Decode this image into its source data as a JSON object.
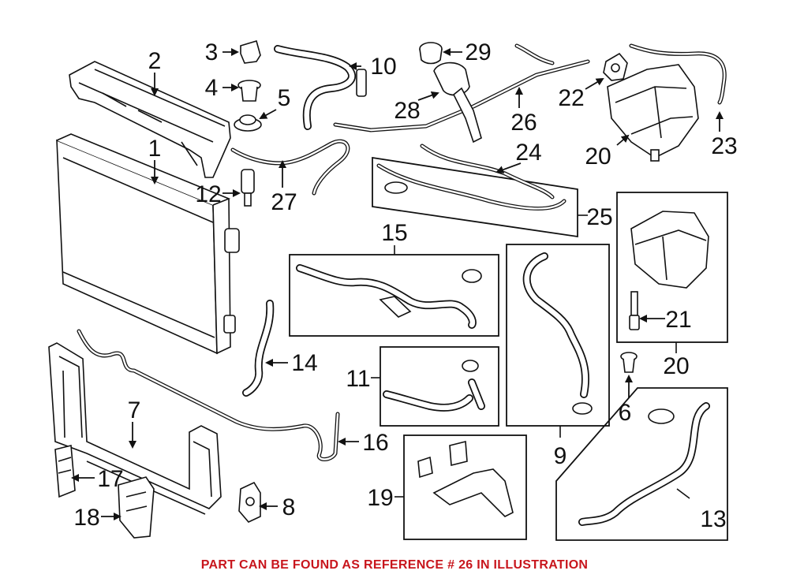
{
  "caption": "PART CAN BE FOUND AS REFERENCE # 26 IN ILLUSTRATION",
  "callouts": [
    "1",
    "2",
    "3",
    "4",
    "5",
    "6",
    "7",
    "8",
    "9",
    "10",
    "11",
    "12",
    "13",
    "14",
    "15",
    "16",
    "17",
    "18",
    "19",
    "20",
    "20",
    "21",
    "22",
    "23",
    "24",
    "25",
    "26",
    "27",
    "28",
    "29"
  ],
  "colors": {
    "caption": "#c8161d",
    "line": "#111111",
    "background": "#ffffff"
  }
}
